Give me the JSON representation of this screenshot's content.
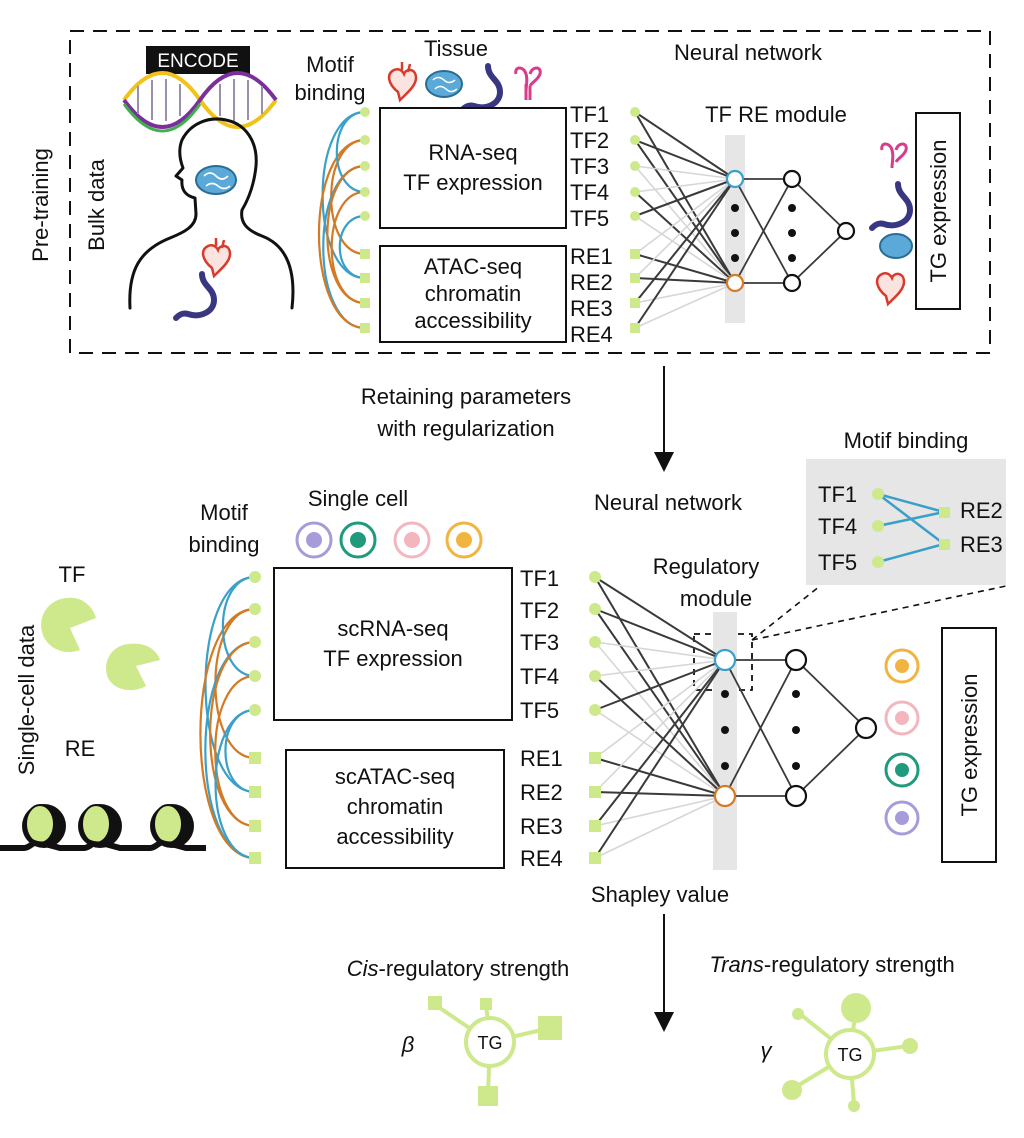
{
  "colors": {
    "green": "#cde98c",
    "blue": "#3a9fc9",
    "orange": "#d47a24",
    "dark_line": "#3a3a3a",
    "light_line": "#d6d6d6",
    "column_bg": "#e6e6e6",
    "heart": "#d93a2b",
    "brain": "#5aa9d8",
    "stomach": "#3a3782",
    "kidney": "#d83c8c",
    "cell_purple": "#a89bd9",
    "cell_teal": "#1f9a7c",
    "cell_pink": "#f3b6bf",
    "cell_orange": "#f2b440"
  },
  "top": {
    "pretraining_label": "Pre-training",
    "bulk_label": "Bulk data",
    "encode_logo": "ENCODE",
    "motif_binding": [
      "Motif",
      "binding"
    ],
    "tissue_label": "Tissue",
    "neural_network_label": "Neural network",
    "module_label": "TF RE module",
    "rna_box": [
      "RNA-seq",
      "TF expression"
    ],
    "atac_box": [
      "ATAC-seq",
      "chromatin",
      "accessibility"
    ],
    "tf_labels": [
      "TF1",
      "TF2",
      "TF3",
      "TF4",
      "TF5"
    ],
    "re_labels": [
      "RE1",
      "RE2",
      "RE3",
      "RE4"
    ],
    "tg_label": "TG expression"
  },
  "transition": {
    "line1": "Retaining parameters",
    "line2": "with regularization"
  },
  "bottom": {
    "single_cell_data_label": "Single-cell data",
    "tf_label": "TF",
    "re_label": "RE",
    "motif_binding": [
      "Motif",
      "binding"
    ],
    "single_cell_label": "Single cell",
    "neural_network_label": "Neural network",
    "module_label": [
      "Regulatory",
      "module"
    ],
    "scrna_box": [
      "scRNA-seq",
      "TF expression"
    ],
    "scatac_box": [
      "scATAC-seq",
      "chromatin",
      "accessibility"
    ],
    "tf_labels": [
      "TF1",
      "TF2",
      "TF3",
      "TF4",
      "TF5"
    ],
    "re_labels": [
      "RE1",
      "RE2",
      "RE3",
      "RE4"
    ],
    "tg_label": "TG expression",
    "shapley_label": "Shapley value"
  },
  "inset": {
    "title": "Motif binding",
    "tf_labels": [
      "TF1",
      "TF4",
      "TF5"
    ],
    "re_labels": [
      "RE2",
      "RE3"
    ]
  },
  "results": {
    "cis_italic": "Cis",
    "cis_rest": "-regulatory strength",
    "trans_italic": "Trans",
    "trans_rest": "-regulatory strength",
    "beta": "β",
    "gamma": "γ",
    "tg_node": "TG"
  }
}
